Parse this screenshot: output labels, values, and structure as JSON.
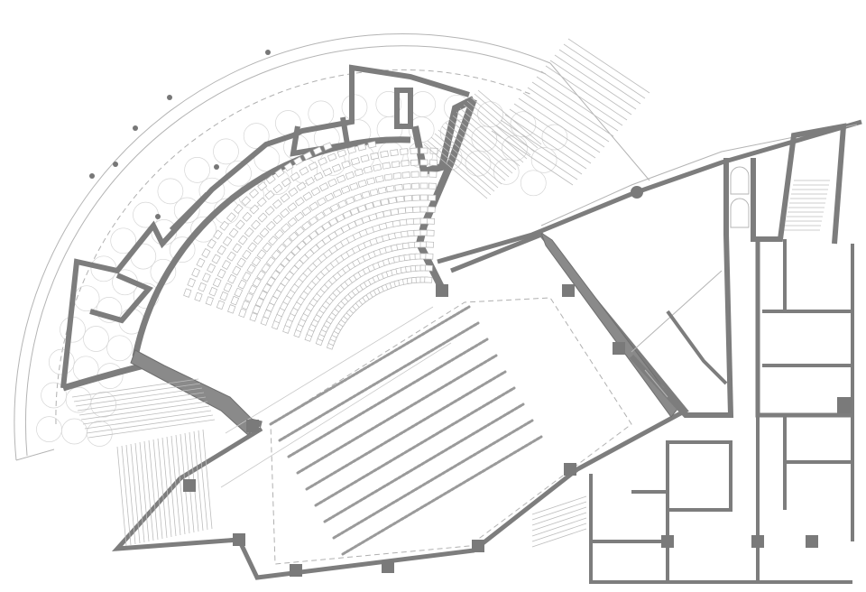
{
  "colors": {
    "wall": "#8a8a8a",
    "wall_outline": "#6f6f6f",
    "thin_line": "#b4b4b4",
    "fine_line": "#c8c8c8",
    "background": "#ffffff"
  },
  "layers": [
    "walls",
    "auditorium-seating",
    "foyer-lobby",
    "stairs",
    "rooms",
    "columns",
    "canopy"
  ],
  "seating": {
    "rows": 14,
    "seats_per_row": 30
  },
  "stairs_count": 6
}
